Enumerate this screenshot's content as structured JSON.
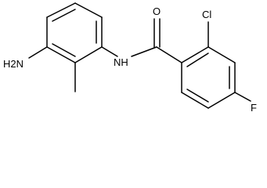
{
  "molecule": {
    "atoms": {
      "amine": "H2N",
      "amide_nh": "NH",
      "carbonyl_o": "O",
      "chloro": "Cl",
      "fluoro": "F"
    }
  },
  "colors": {
    "bond": "#000000",
    "label": "#000000",
    "background": "#ffffff"
  }
}
